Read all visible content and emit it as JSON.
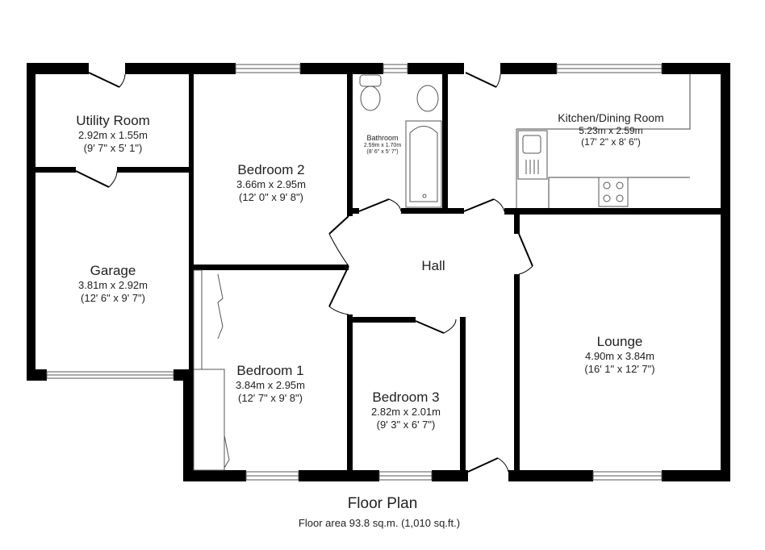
{
  "rooms": {
    "utility": {
      "name": "Utility Room",
      "metric": "2.92m x 1.55m",
      "imperial": "(9' 7\" x 5' 1\")"
    },
    "garage": {
      "name": "Garage",
      "metric": "3.81m x 2.92m",
      "imperial": "(12' 6\" x 9' 7\")"
    },
    "bedroom2": {
      "name": "Bedroom 2",
      "metric": "3.66m x 2.95m",
      "imperial": "(12' 0\" x 9' 8\")"
    },
    "bedroom1": {
      "name": "Bedroom 1",
      "metric": "3.84m x 2.95m",
      "imperial": "(12' 7\" x 9' 8\")"
    },
    "bathroom": {
      "name": "Bathroom",
      "metric": "2.59m x 1.70m",
      "imperial": "(8' 6\" x 5' 7\")"
    },
    "kitchen": {
      "name": "Kitchen/Dining Room",
      "metric": "5.23m x 2.59m",
      "imperial": "(17' 2\" x 8' 6\")"
    },
    "hall": {
      "name": "Hall"
    },
    "bedroom3": {
      "name": "Bedroom 3",
      "metric": "2.82m x 2.01m",
      "imperial": "(9' 3\" x 6' 7\")"
    },
    "lounge": {
      "name": "Lounge",
      "metric": "4.90m x 3.84m",
      "imperial": "(16' 1\" x 12' 7\")"
    }
  },
  "footer": {
    "title": "Floor Plan",
    "area": "Floor area 93.8 sq.m. (1,010 sq.ft.)"
  }
}
